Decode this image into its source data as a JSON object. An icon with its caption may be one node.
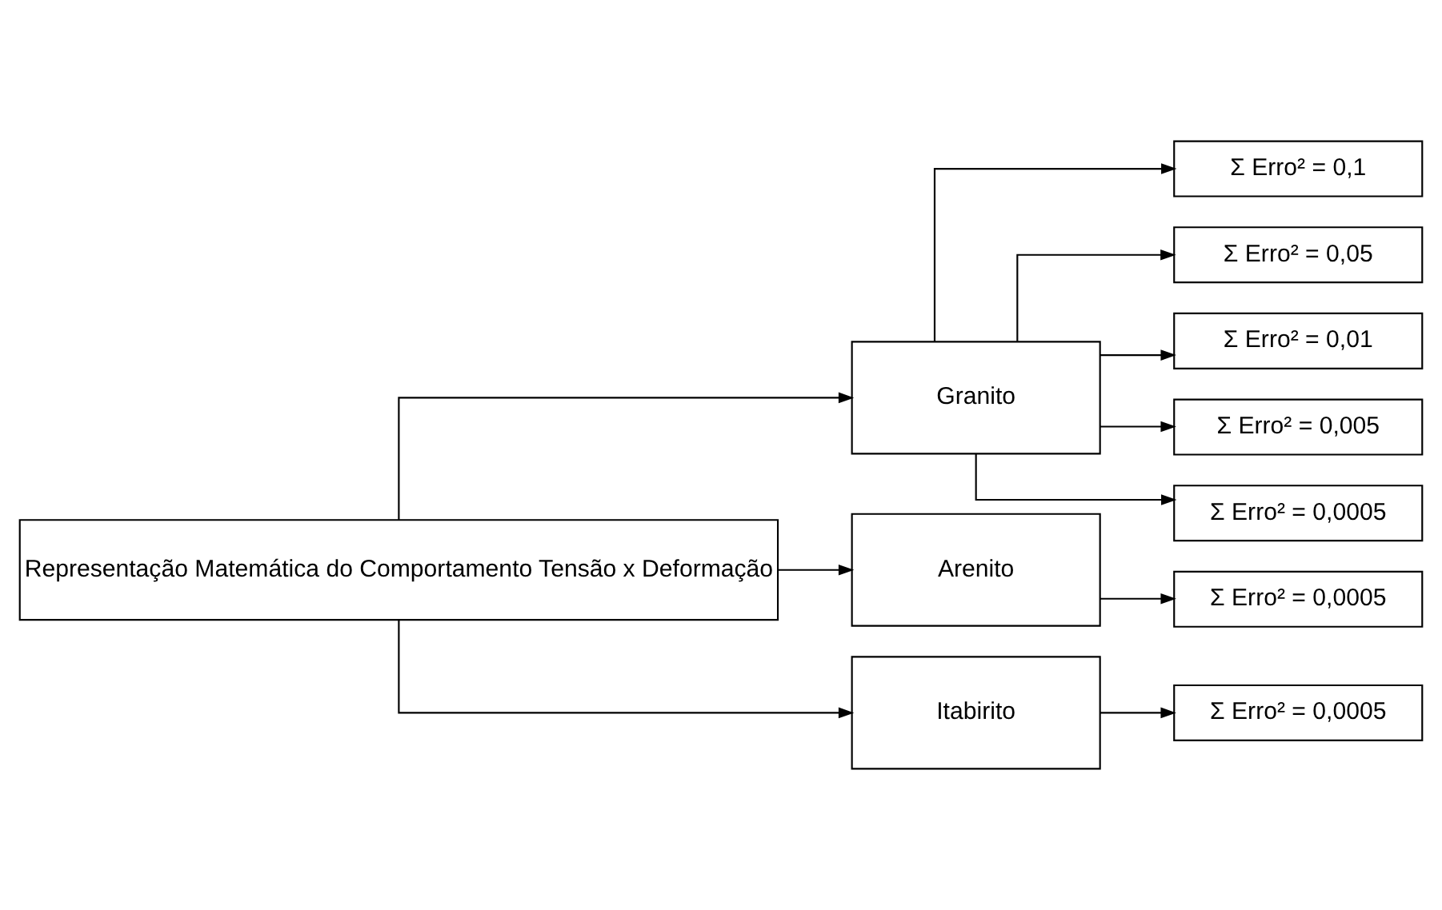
{
  "diagram": {
    "nodes": [
      {
        "text": [
          "Representação Matemática do Comportamento Tensão x Deformação"
        ]
      },
      {
        "text": [
          "Granito"
        ]
      },
      {
        "text": [
          "Arenito"
        ]
      },
      {
        "text": [
          "Itabirito"
        ]
      },
      {
        "text": [
          "Σ Erro² = 0,1"
        ]
      },
      {
        "text": [
          "Σ Erro² = 0,05"
        ]
      },
      {
        "text": [
          "Σ Erro² = 0,01"
        ]
      },
      {
        "text": [
          "Σ Erro² = 0,005"
        ]
      },
      {
        "text": [
          "Σ Erro² = 0,0005"
        ]
      },
      {
        "text": [
          "Σ Erro² = 0,0005"
        ]
      },
      {
        "text": [
          "Σ Erro² = 0,0005"
        ]
      }
    ],
    "edges": [
      {
        "from": 0,
        "to": 1,
        "arrow": "to"
      },
      {
        "from": 0,
        "to": 2,
        "arrow": "to"
      },
      {
        "from": 0,
        "to": 3,
        "arrow": "to"
      },
      {
        "from": 1,
        "to": 4,
        "arrow": "to"
      },
      {
        "from": 1,
        "to": 5,
        "arrow": "to"
      },
      {
        "from": 1,
        "to": 6,
        "arrow": "to"
      },
      {
        "from": 1,
        "to": 7,
        "arrow": "to"
      },
      {
        "from": 1,
        "to": 8,
        "arrow": "to"
      },
      {
        "from": 2,
        "to": 9,
        "arrow": "to"
      },
      {
        "from": 3,
        "to": 10,
        "arrow": "to"
      }
    ]
  }
}
